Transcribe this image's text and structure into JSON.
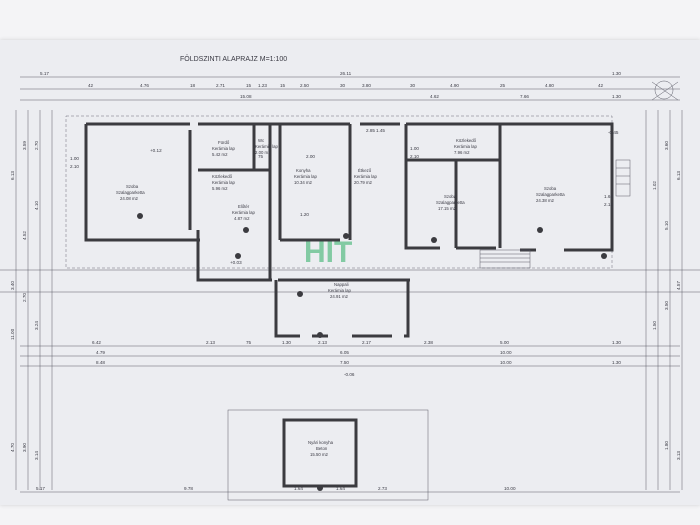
{
  "title": "FÖLDSZINTI ALAPRAJZ  M=1:100",
  "logo": "HIT",
  "rooms": [
    {
      "name": "Szoba",
      "finish": "Szalagparketta",
      "area": "24.08 m2"
    },
    {
      "name": "Fürdő",
      "finish": "Kerámia lap",
      "area": "5.42 m2"
    },
    {
      "name": "Wc",
      "finish": "Kerámia lap",
      "area": "2.00 m2"
    },
    {
      "name": "Közlekedő",
      "finish": "Kerámia lap",
      "area": "5.96 m2"
    },
    {
      "name": "Konyha",
      "finish": "Kerámia lap",
      "area": "10.34 m2"
    },
    {
      "name": "Étkező",
      "finish": "Kerámia lap",
      "area": "20.79 m2"
    },
    {
      "name": "Közlekedő",
      "finish": "Kerámia lap",
      "area": "7.96 m2"
    },
    {
      "name": "Szoba",
      "finish": "Szalagparketta",
      "area": "24.38 m2"
    },
    {
      "name": "Szoba",
      "finish": "Szalagparketta",
      "area": "17.15 m2"
    },
    {
      "name": "Előtér",
      "finish": "Kerámia lap",
      "area": "4.87 m2"
    },
    {
      "name": "Nappali",
      "finish": "Kerámia lap",
      "area": "24.91 m2"
    },
    {
      "name": "Nyári konyha",
      "finish": "Beton",
      "area": "15.50 m2"
    }
  ],
  "dims": {
    "top_row1": [
      "5.17",
      "26.11",
      "1.30"
    ],
    "top_row2": [
      "42",
      "4.76",
      "18",
      "2.71",
      "15",
      "1.23",
      "15",
      "2.50",
      "30",
      "3.80",
      "30",
      "4.90",
      "25",
      "4.80",
      "42"
    ],
    "top_row3": [
      "15.08",
      "4.62",
      "7.66",
      "1.30"
    ],
    "mid_row1": [
      "6.42",
      "2.13",
      "75",
      "1.30",
      "2.13",
      "2.17",
      "2.38",
      "5.00",
      "1.30"
    ],
    "mid_row2": [
      "4.79",
      "6.05",
      "10.00"
    ],
    "mid_row3": [
      "8.48",
      "7.50",
      "10.00",
      "1.30"
    ],
    "bot_row": [
      "5.17",
      "9.78",
      "1.64",
      "1.64",
      "2.73",
      "10.00"
    ],
    "left_v": [
      "6.13",
      "3.59",
      "2.70",
      "4.10",
      "4.52",
      "3.40",
      "2.70",
      "11.00",
      "3.24",
      "4.70",
      "3.90",
      "3.14"
    ],
    "right_v": [
      "6.13",
      "3.60",
      "1.02",
      "5.10",
      "4.57",
      "3.50",
      "1.50",
      "1.80",
      "3.13"
    ],
    "openings": [
      "2.85",
      "1.45",
      "1.00",
      "2.10",
      "2.00",
      "1.20",
      "1.00",
      "75",
      "2.10",
      "1.60",
      "2.10",
      "+0.12",
      "+0.03",
      "-0.45",
      "-0.06"
    ]
  }
}
